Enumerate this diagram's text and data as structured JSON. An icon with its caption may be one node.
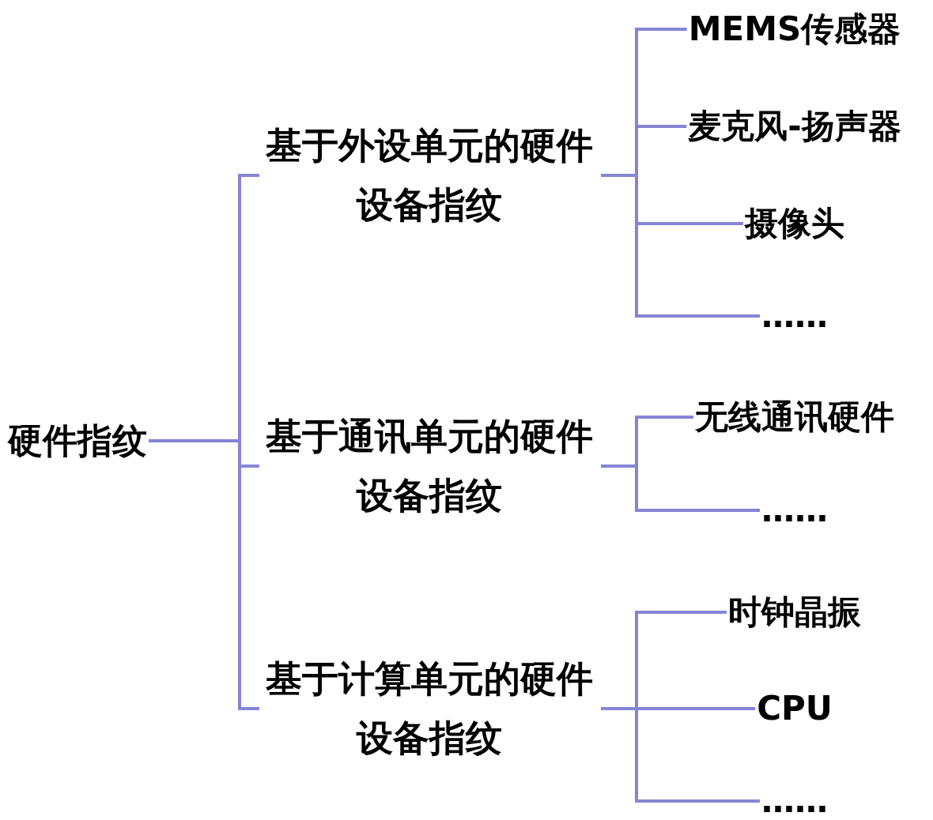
{
  "diagram": {
    "nodes": [
      {
        "text": [
          "硬件指纹"
        ]
      },
      {
        "text": [
          "基于外设单元的硬件设备指纹"
        ]
      },
      {
        "text": [
          "基于通讯单元的硬件设备指纹"
        ]
      },
      {
        "text": [
          "基于计算单元的硬件设备指纹"
        ]
      },
      {
        "text": [
          "MEMS传感器"
        ]
      },
      {
        "text": [
          "麦克风-扬声器"
        ]
      },
      {
        "text": [
          "摄像头"
        ]
      },
      {
        "text": [
          "……"
        ]
      },
      {
        "text": [
          "无线通讯硬件"
        ]
      },
      {
        "text": [
          "……"
        ]
      },
      {
        "text": [
          "时钟晶振"
        ]
      },
      {
        "text": [
          "CPU"
        ]
      },
      {
        "text": [
          "……"
        ]
      }
    ],
    "edges": [
      {
        "from": 0,
        "to": 1,
        "arrow": "none"
      },
      {
        "from": 0,
        "to": 2,
        "arrow": "none"
      },
      {
        "from": 0,
        "to": 3,
        "arrow": "none"
      },
      {
        "from": 1,
        "to": 4,
        "arrow": "none"
      },
      {
        "from": 1,
        "to": 5,
        "arrow": "none"
      },
      {
        "from": 1,
        "to": 6,
        "arrow": "none"
      },
      {
        "from": 1,
        "to": 7,
        "arrow": "none"
      },
      {
        "from": 2,
        "to": 8,
        "arrow": "none"
      },
      {
        "from": 2,
        "to": 9,
        "arrow": "none"
      },
      {
        "from": 3,
        "to": 10,
        "arrow": "none"
      },
      {
        "from": 3,
        "to": 11,
        "arrow": "none"
      },
      {
        "from": 3,
        "to": 12,
        "arrow": "none"
      }
    ]
  }
}
